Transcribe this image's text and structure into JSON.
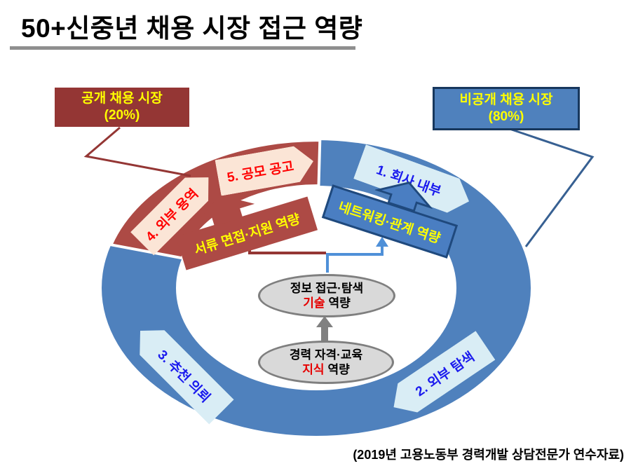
{
  "slide": {
    "title": "50+신중년 채용 시장 접근 역량",
    "source_note": "(2019년 고용노동부 경력개발 상담전문가 연수자료)"
  },
  "legend": {
    "open_market": {
      "line1": "공개 채용 시장",
      "line2": "(20%)"
    },
    "hidden_market": {
      "line1": "비공개 채용 시장",
      "line2": "(80%)"
    }
  },
  "ring_labels": {
    "company_internal": "1. 회사 내부",
    "external_search": "2. 외부 탐색",
    "referral_request": "3. 추천 의뢰",
    "outsourcing": "4. 외부 용역",
    "open_announcement": "5. 공모 공고"
  },
  "capabilities": {
    "document_interview": "서류 면접·지원 역량",
    "networking_relation": "네트워킹·관계 역량",
    "info_search": {
      "line1": "정보 접근·탐색",
      "em": "기술",
      "rest": "역량"
    },
    "career_knowledge": {
      "line1": "경력 자격·교육",
      "em": "지식",
      "rest": "역량"
    }
  },
  "colors": {
    "ring_blue": "#4f81bd",
    "ring_red": "#ad4a45",
    "open_market_box": "#943634",
    "hidden_market_box": "#4f81bd",
    "hidden_market_border": "#17375d",
    "highlight_text": "#ffff00",
    "red_label_text": "#ff0000",
    "blue_label_text": "#1a1aee",
    "ellipse_fill": "#d9d9d9",
    "ellipse_border": "#7f7f7f"
  }
}
